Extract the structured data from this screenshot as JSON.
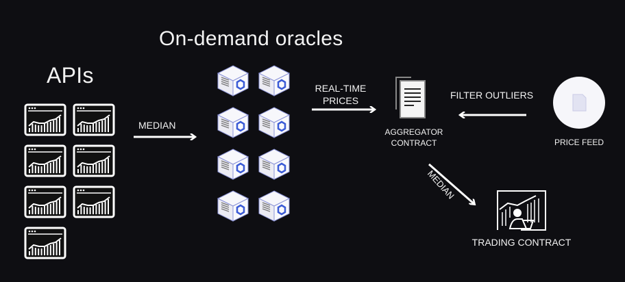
{
  "titles": {
    "oracles": "On-demand oracles",
    "apis": "APIs"
  },
  "labels": {
    "median_1": "MEDIAN",
    "real_time_prices": [
      "REAL-TIME",
      "PRICES"
    ],
    "aggregator_contract": [
      "AGGREGATOR",
      "CONTRACT"
    ],
    "filter_outliers": "FILTER OUTLIERS",
    "price_feed": "PRICE FEED",
    "median_2": "MEDIAN",
    "trading_contract": "TRADING CONTRACT"
  },
  "api_count": 7,
  "oracle_count": 8,
  "colors": {
    "background": "#0e0e12",
    "foreground": "#ffffff",
    "oracle_accent": "#3b5bd6"
  }
}
